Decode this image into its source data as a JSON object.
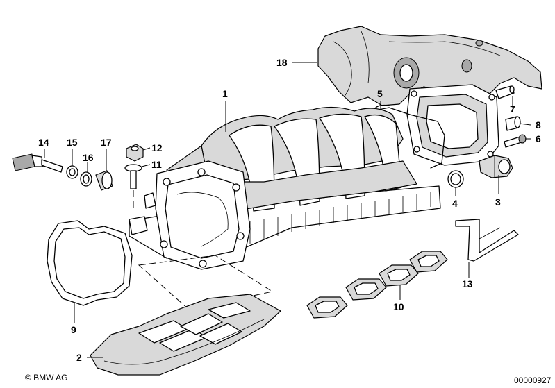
{
  "callouts": {
    "c1": "1",
    "c2": "2",
    "c3": "3",
    "c4": "4",
    "c5": "5",
    "c6": "6",
    "c7": "7",
    "c8": "8",
    "c9": "9",
    "c10": "10",
    "c11": "11",
    "c12": "12",
    "c13": "13",
    "c14": "14",
    "c15": "15",
    "c16": "16",
    "c17": "17",
    "c18": "18"
  },
  "footer": {
    "copyright": "© BMW AG",
    "diagram_number": "00000927"
  }
}
